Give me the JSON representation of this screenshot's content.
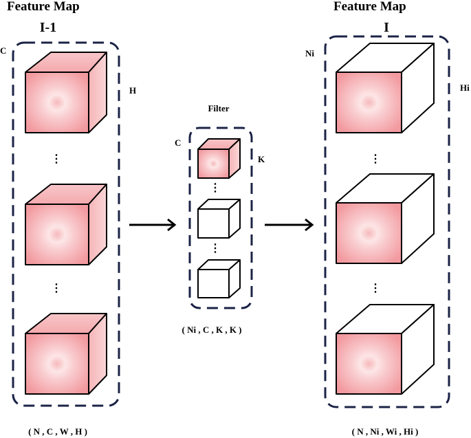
{
  "left": {
    "heading": "Feature Map",
    "layer": "I-1",
    "channel_label": "C",
    "height_label": "H",
    "dims": "( N , C , W , H )",
    "ellipsis": "⋮"
  },
  "filter": {
    "heading": "Filter",
    "channel_label": "C",
    "kernel_label": "K",
    "dims": "( Ni , C , K , K )",
    "ellipsis": "⋮"
  },
  "right": {
    "heading": "Feature Map",
    "layer": "I",
    "channel_label": "Ni",
    "height_label": "Hi",
    "dims": "( N , Ni , Wi , Hi )",
    "ellipsis": "⋮"
  },
  "colors": {
    "frame": "#1b2346",
    "face_center": "#fde4e4",
    "face_edge": "#f3a3a7",
    "top_face": "#f5b2b5",
    "side_face": "#f7c4c6"
  }
}
